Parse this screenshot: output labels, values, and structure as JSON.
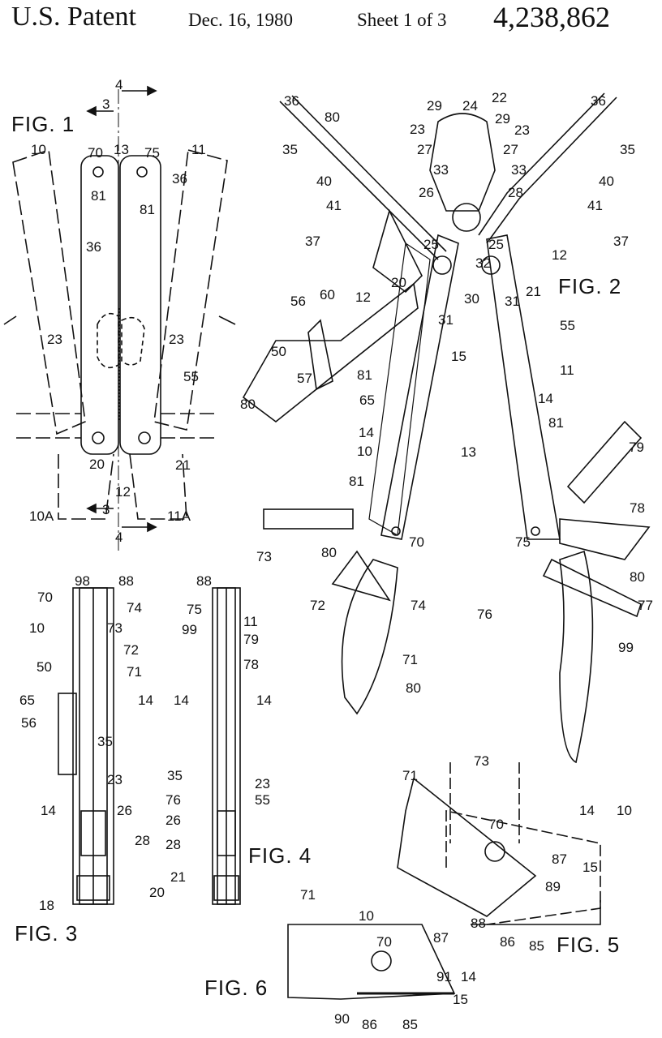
{
  "header": {
    "title": "U.S. Patent",
    "date": "Dec. 16, 1980",
    "sheet": "Sheet 1 of 3",
    "patent_number": "4,238,862"
  },
  "labels": [
    "FIG. 1",
    "4",
    "3",
    "10",
    "70",
    "13",
    "75",
    "11",
    "36",
    "81",
    "81",
    "36",
    "23",
    "23",
    "55",
    "20",
    "21",
    "12",
    "3",
    "4",
    "10A",
    "11A",
    "36",
    "80",
    "35",
    "40",
    "41",
    "37",
    "29",
    "24",
    "22",
    "23",
    "29",
    "23",
    "27",
    "27",
    "33",
    "33",
    "26",
    "28",
    "36",
    "35",
    "40",
    "41",
    "37",
    "25",
    "25",
    "32",
    "12",
    "20",
    "21",
    "FIG. 2",
    "30",
    "31",
    "12",
    "60",
    "56",
    "31",
    "55",
    "50",
    "81",
    "15",
    "11",
    "57",
    "80",
    "14",
    "65",
    "81",
    "14",
    "10",
    "13",
    "79",
    "81",
    "78",
    "73",
    "70",
    "75",
    "80",
    "80",
    "72",
    "74",
    "76",
    "77",
    "99",
    "71",
    "80",
    "98",
    "88",
    "70",
    "74",
    "10",
    "73",
    "50",
    "72",
    "71",
    "65",
    "14",
    "56",
    "35",
    "14",
    "23",
    "26",
    "28",
    "20",
    "18",
    "FIG. 3",
    "88",
    "75",
    "11",
    "99",
    "79",
    "78",
    "14",
    "14",
    "35",
    "23",
    "76",
    "55",
    "26",
    "28",
    "FIG. 4",
    "21",
    "73",
    "71",
    "14",
    "10",
    "70",
    "87",
    "15",
    "89",
    "88",
    "86",
    "85",
    "FIG. 5",
    "71",
    "10",
    "70",
    "87",
    "91",
    "14",
    "15",
    "FIG. 6",
    "90",
    "86",
    "85"
  ]
}
